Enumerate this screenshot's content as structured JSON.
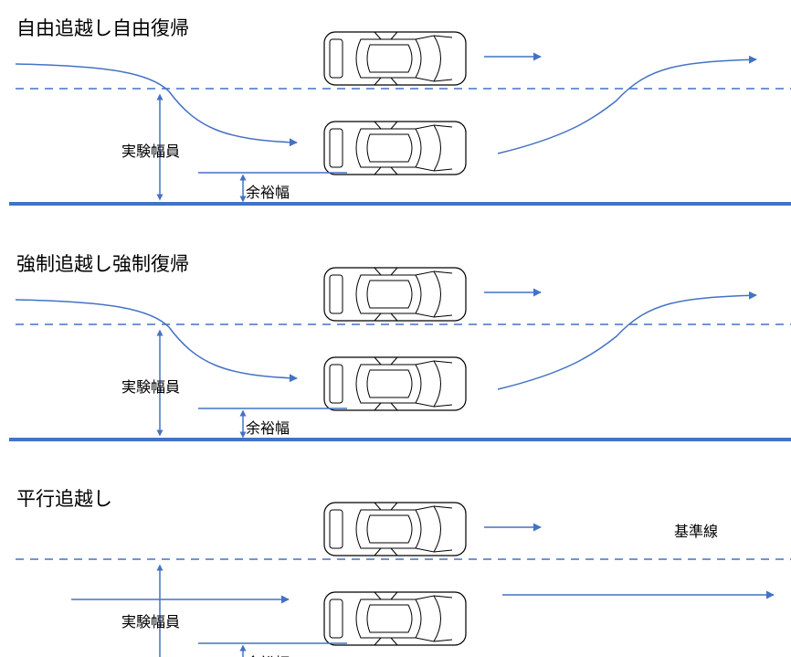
{
  "colors": {
    "lane_line": "#4472C4",
    "arrow": "#4472C4",
    "car_outline": "#000000",
    "car_fill": "#ffffff",
    "text": "#000000"
  },
  "panels": [
    {
      "title": "自由追越し自由復帰",
      "trajectory": "curved",
      "width_label": "実験幅員",
      "margin_label": "余裕幅"
    },
    {
      "title": "強制追越し強制復帰",
      "trajectory": "curved",
      "width_label": "実験幅員",
      "margin_label": "余裕幅"
    },
    {
      "title": "平行追越し",
      "trajectory": "parallel",
      "width_label": "実験幅員",
      "margin_label": "余裕幅",
      "reference_line_label": "基準線"
    }
  ]
}
